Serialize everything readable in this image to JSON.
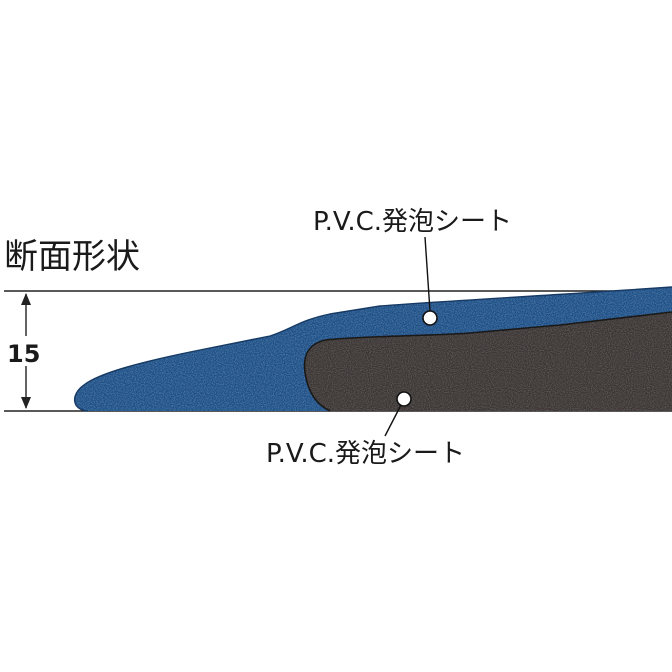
{
  "title": "断面形状",
  "dimension": {
    "value": "15"
  },
  "layers": [
    {
      "label": "P.V.C.発泡シート",
      "color": "#1f4f86"
    },
    {
      "label": "P.V.C.発泡シート",
      "color": "#3a3634"
    }
  ]
}
